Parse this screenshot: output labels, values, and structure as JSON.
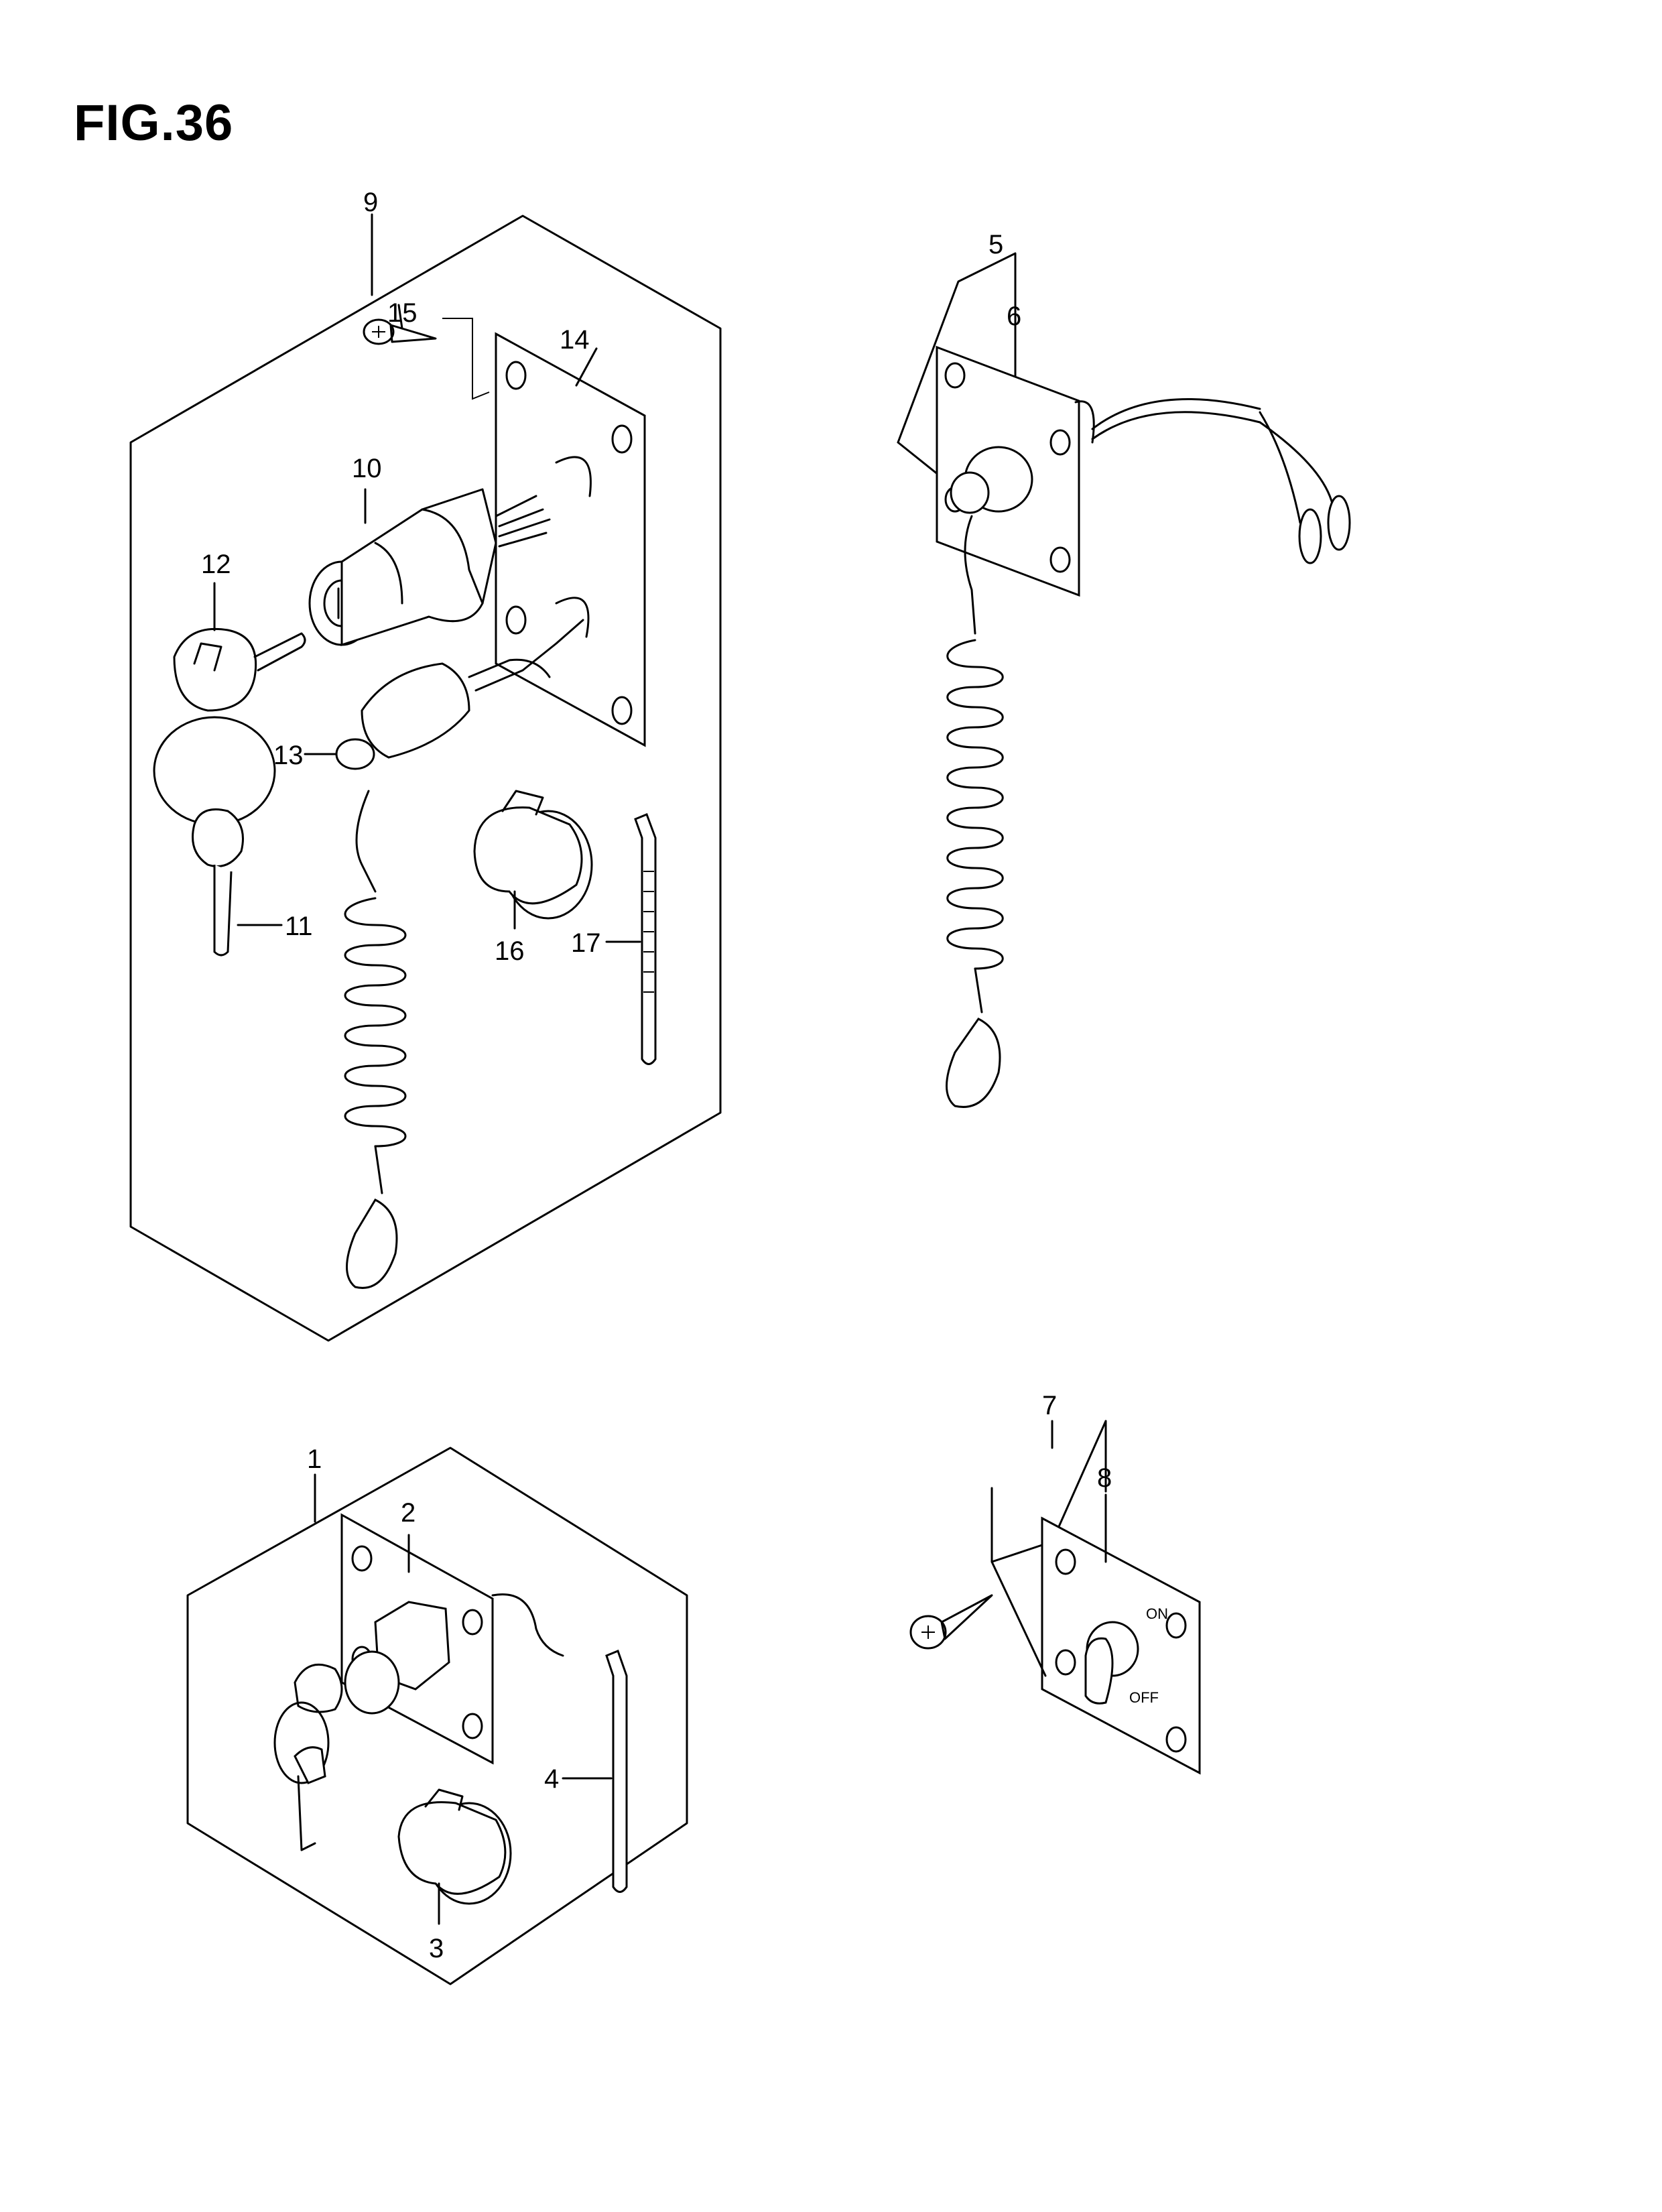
{
  "figure": {
    "title": "FIG.36"
  },
  "callouts": {
    "p1": "1",
    "p2": "2",
    "p3": "3",
    "p4": "4",
    "p5": "5",
    "p6": "6",
    "p7": "7",
    "p8": "8",
    "p9": "9",
    "p10": "10",
    "p11": "11",
    "p12": "12",
    "p13": "13",
    "p14": "14",
    "p15": "15",
    "p16": "16",
    "p17": "17"
  },
  "switch_marks": {
    "on": "ON",
    "off": "OFF"
  },
  "colors": {
    "line": "#000000",
    "background": "#ffffff"
  }
}
